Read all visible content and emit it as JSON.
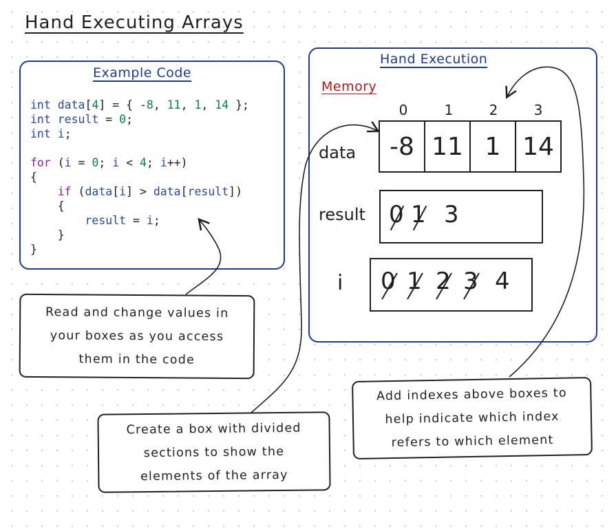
{
  "title": "Hand Executing Arrays",
  "code_panel": {
    "title": "Example Code"
  },
  "exec_panel": {
    "title": "Hand Execution",
    "memory_label": "Memory"
  },
  "indexes": [
    "0",
    "1",
    "2",
    "3"
  ],
  "variables": {
    "data": {
      "label": "data",
      "values": [
        "-8",
        "11",
        "1",
        "14"
      ]
    },
    "result": {
      "label": "result",
      "crossed": [
        "0",
        "1"
      ],
      "current": "3"
    },
    "i": {
      "label": "i",
      "crossed": [
        "0",
        "1",
        "2",
        "3"
      ],
      "current": "4"
    }
  },
  "callouts": {
    "read": [
      "Read and change values in",
      "your boxes as you access",
      "them in the code"
    ],
    "create": [
      "Create a box with divided",
      "sections to show the",
      "elements of the array"
    ],
    "index": [
      "Add indexes above boxes to",
      "help indicate which index",
      "refers to which element"
    ]
  },
  "colors": {
    "panel_border": "#1f3a8a",
    "memory_label": "#b01818",
    "keyword": "#2a3fb0",
    "control_keyword": "#8b1fa8",
    "number": "#0f7a5a"
  }
}
